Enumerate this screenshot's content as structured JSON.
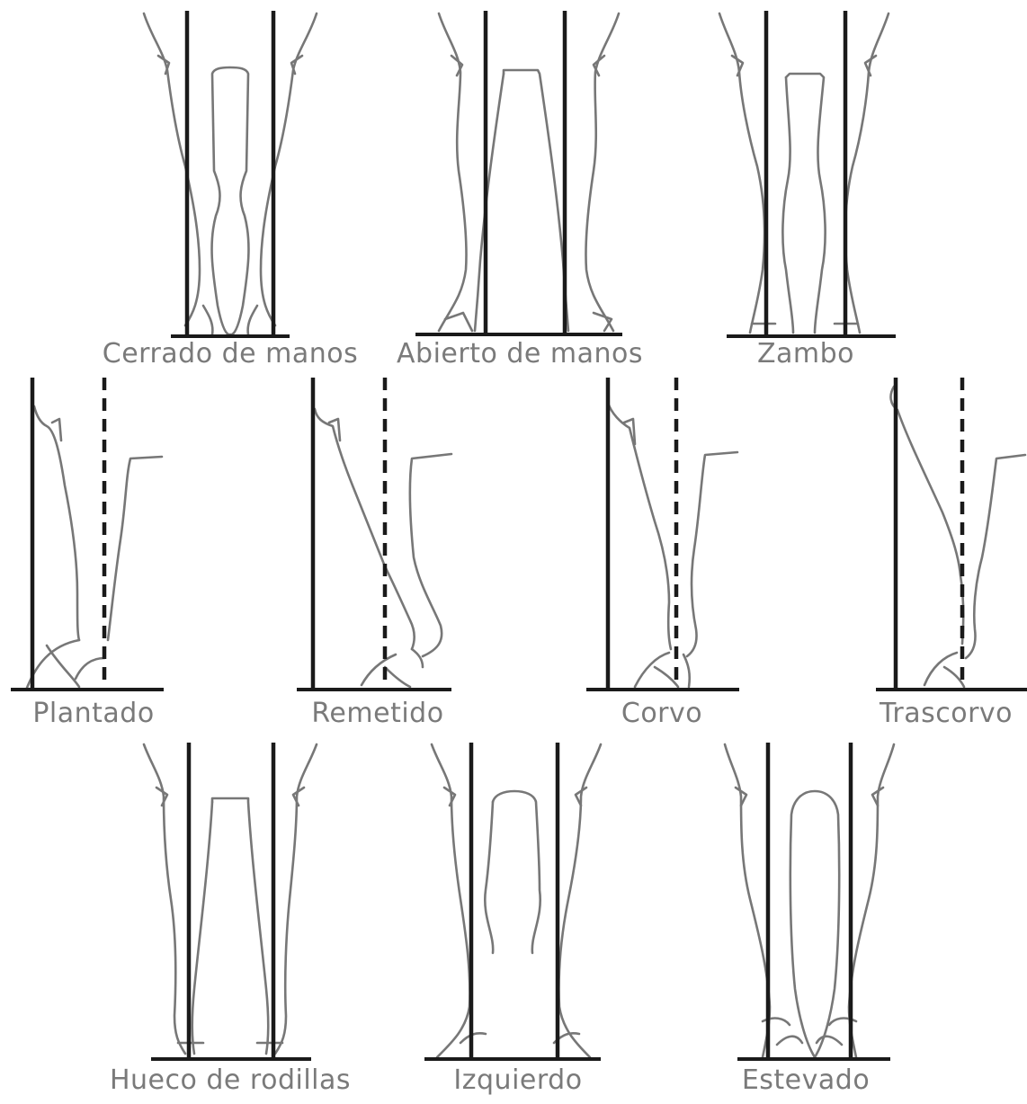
{
  "figures": [
    {
      "id": "cerrado-de-manos",
      "label": "Cerrado de manos"
    },
    {
      "id": "abierto-de-manos",
      "label": "Abierto de manos"
    },
    {
      "id": "zambo",
      "label": "Zambo"
    },
    {
      "id": "plantado",
      "label": "Plantado"
    },
    {
      "id": "remetido",
      "label": "Remetido"
    },
    {
      "id": "corvo",
      "label": "Corvo"
    },
    {
      "id": "trascorvo",
      "label": "Trascorvo"
    },
    {
      "id": "hueco-de-rodillas",
      "label": "Hueco de rodillas"
    },
    {
      "id": "izquierdo",
      "label": "Izquierdo"
    },
    {
      "id": "estevado",
      "label": "Estevado"
    }
  ]
}
